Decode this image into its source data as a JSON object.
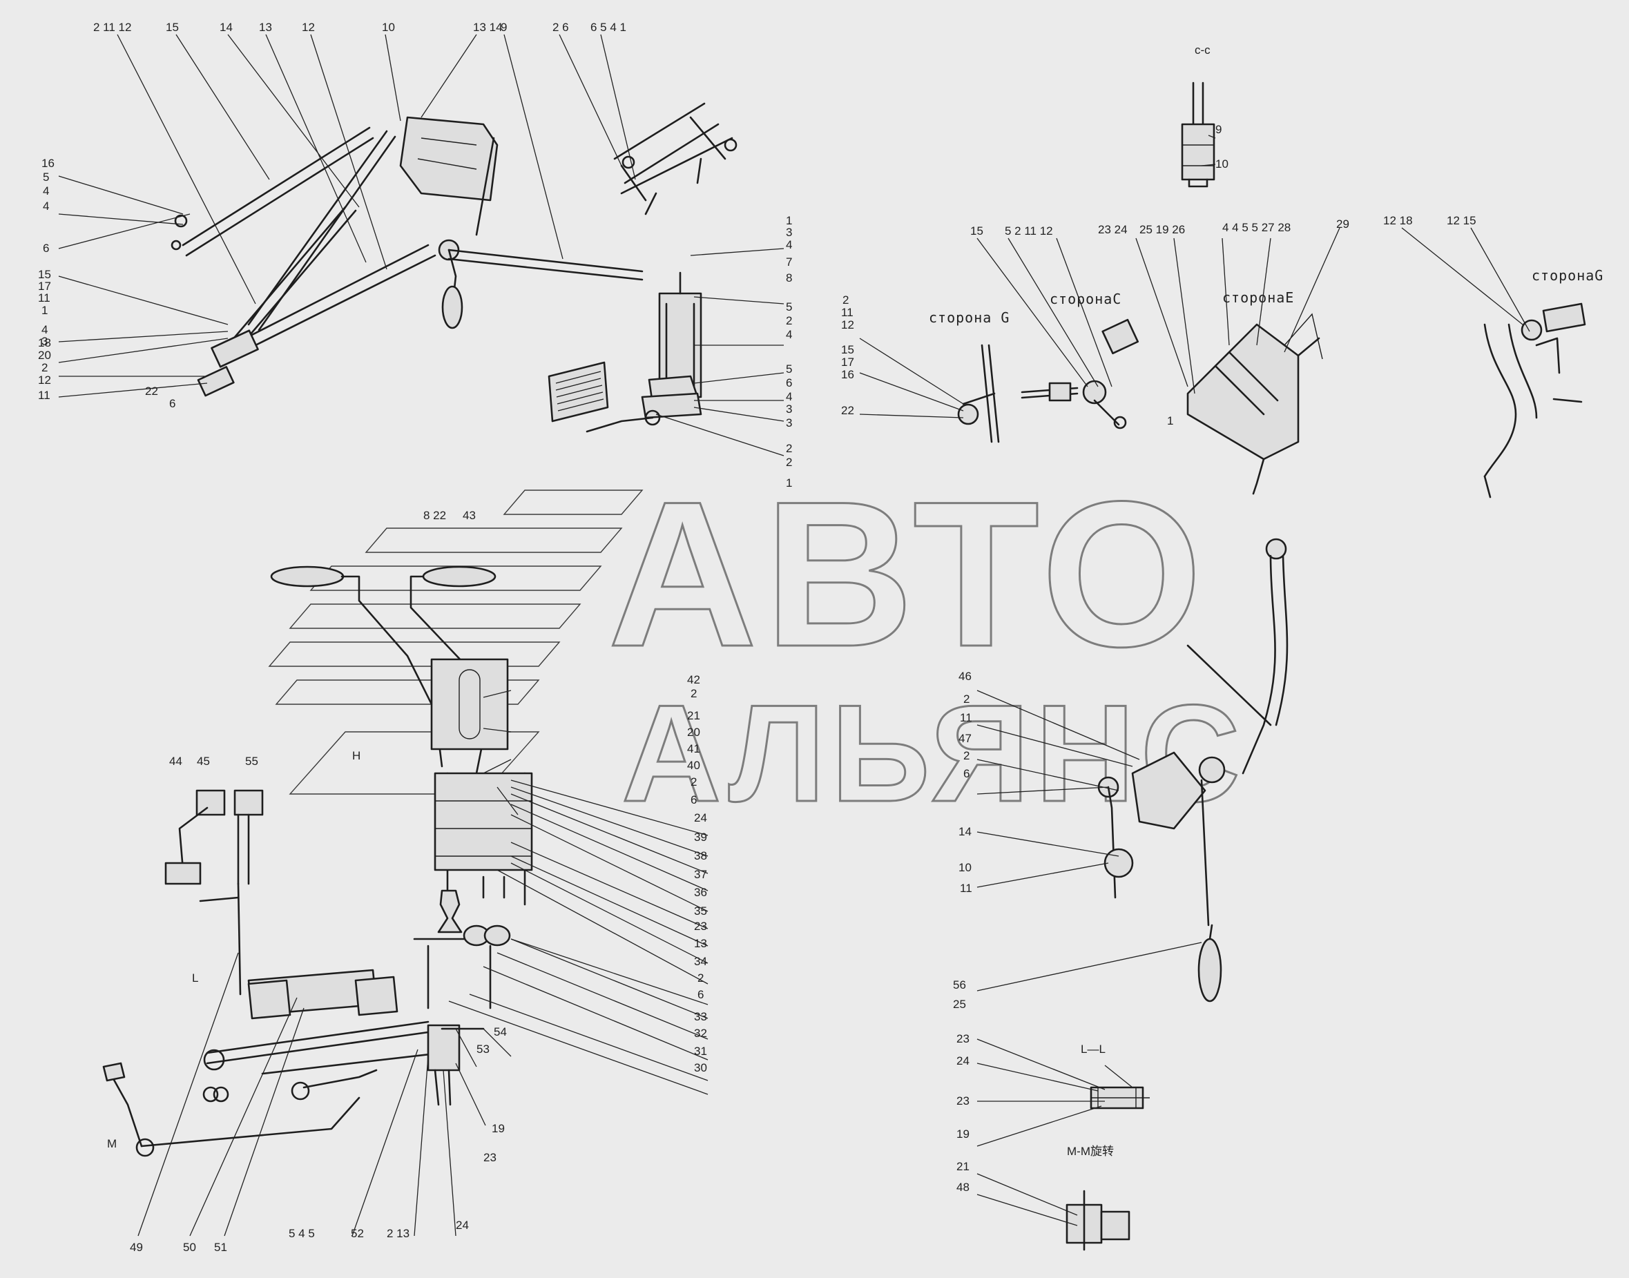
{
  "watermark": {
    "line1": "АВТО",
    "line2": "АЛЬЯНС"
  },
  "views": {
    "cc": "c-c",
    "side_g_1": "сторона G",
    "side_c": "сторонаC",
    "side_e": "сторонаE",
    "side_g_2": "сторонаG",
    "ll": "L—L",
    "mm": "M-M旋转",
    "view_h": "H",
    "view_l": "L",
    "view_m": "M"
  },
  "labels": {
    "a1": "2 11 12",
    "a2": "15",
    "a3": "14",
    "a4": "13",
    "a5": "12",
    "a6": "10",
    "a7": "13 14",
    "a8": "9",
    "b1": "2 6",
    "b2": "6 5 4 1",
    "c1": "16",
    "c2": "5",
    "c3": "4",
    "c4": "4",
    "c5": "6",
    "c6": "15",
    "c7": "17",
    "c8": "11",
    "c9": "1",
    "c10": "4",
    "c11": "3",
    "c12": "18",
    "c13": "20",
    "c14": "2",
    "c15": "12",
    "c16": "11",
    "c17": "22",
    "c18": "6",
    "d1": "1",
    "d2": "3",
    "d3": "4",
    "d4": "7",
    "d5": "8",
    "d6": "5",
    "d7": "2",
    "d8": "4",
    "d9": "5",
    "d10": "6",
    "d11": "4",
    "d12": "3",
    "d13": "3",
    "d14": "2",
    "d15": "2",
    "d16": "1",
    "e1": "9",
    "e2": "10",
    "f1": "2",
    "f2": "11",
    "f3": "12",
    "f4": "15",
    "f5": "17",
    "f6": "16",
    "f7": "22",
    "g1": "15",
    "g2": "5 2 11 12",
    "g3": "23 24",
    "g4": "25 19 26",
    "g5": "4 4 5 5 27 28",
    "g6": "29",
    "g7": "1",
    "h1": "12 18",
    "h2": "12 15",
    "i1": "8 22",
    "i2": "43",
    "j1": "42",
    "j2": "2",
    "j3": "21",
    "j4": "20",
    "j5": "41",
    "j6": "40",
    "j7": "2",
    "j8": "6",
    "j9": "24",
    "j10": "39",
    "j11": "38",
    "j12": "37",
    "j13": "36",
    "j14": "35",
    "j15": "23",
    "j16": "13",
    "j17": "34",
    "j18": "2",
    "j19": "6",
    "j20": "33",
    "j21": "32",
    "j22": "31",
    "j23": "30",
    "k1": "44",
    "k2": "45",
    "k3": "55",
    "l1": "54",
    "l2": "53",
    "l3": "19",
    "l4": "23",
    "l5": "24",
    "m1": "49",
    "m2": "50",
    "m3": "51",
    "m4": "5 4 5",
    "m5": "52",
    "m6": "2 13",
    "n1": "46",
    "n2": "2",
    "n3": "11",
    "n4": "47",
    "n5": "2",
    "n6": "6",
    "n7": "14",
    "n8": "10",
    "n9": "11",
    "o1": "56",
    "o2": "25",
    "o3": "23",
    "o4": "24",
    "o5": "23",
    "o6": "19",
    "o7": "21",
    "o8": "48"
  }
}
